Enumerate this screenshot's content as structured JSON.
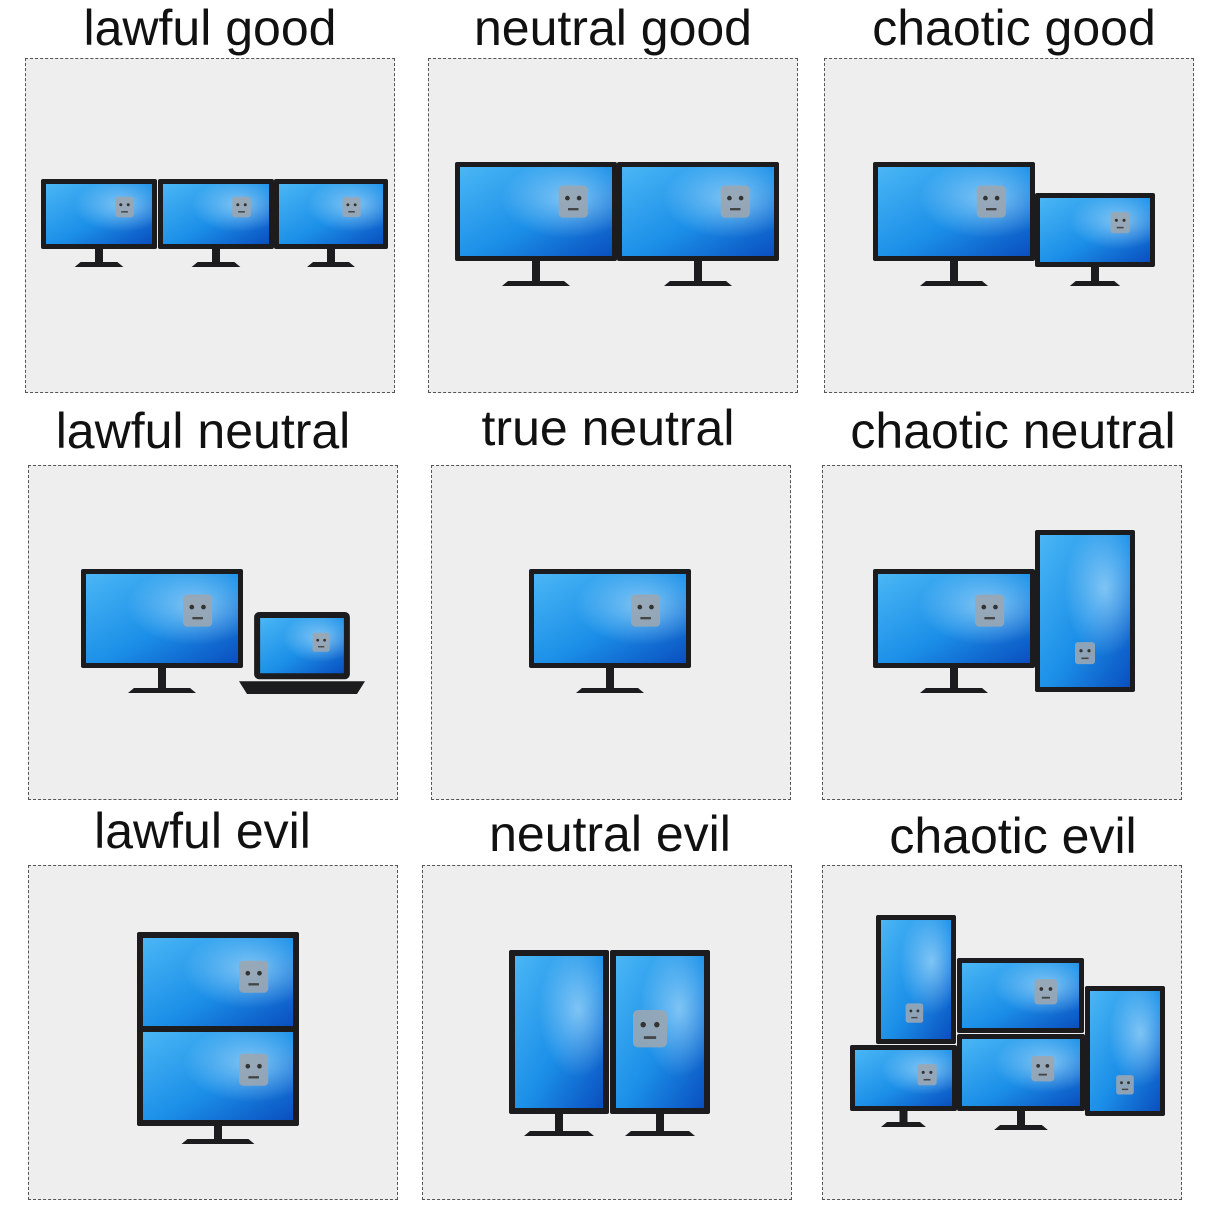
{
  "colors": {
    "background": "#ffffff",
    "panel": "#eeeeee",
    "panel_border": "#555555",
    "bezel": "#1c1c1e",
    "screen_light": "#4ab6f5",
    "screen_mid": "#1b8fe8",
    "screen_dark": "#0a4fbf",
    "face": "#9aa6b3"
  },
  "cells": [
    {
      "title": "lawful good",
      "setup": "three-landscape-monitors-in-a-row"
    },
    {
      "title": "neutral good",
      "setup": "two-landscape-monitors"
    },
    {
      "title": "chaotic good",
      "setup": "large-and-small-monitor"
    },
    {
      "title": "lawful neutral",
      "setup": "monitor-and-laptop"
    },
    {
      "title": "true neutral",
      "setup": "single-monitor"
    },
    {
      "title": "chaotic neutral",
      "setup": "landscape-and-portrait-monitor"
    },
    {
      "title": "lawful evil",
      "setup": "two-monitors-stacked"
    },
    {
      "title": "neutral evil",
      "setup": "two-portrait-monitors"
    },
    {
      "title": "chaotic evil",
      "setup": "five-mixed-monitors"
    }
  ]
}
